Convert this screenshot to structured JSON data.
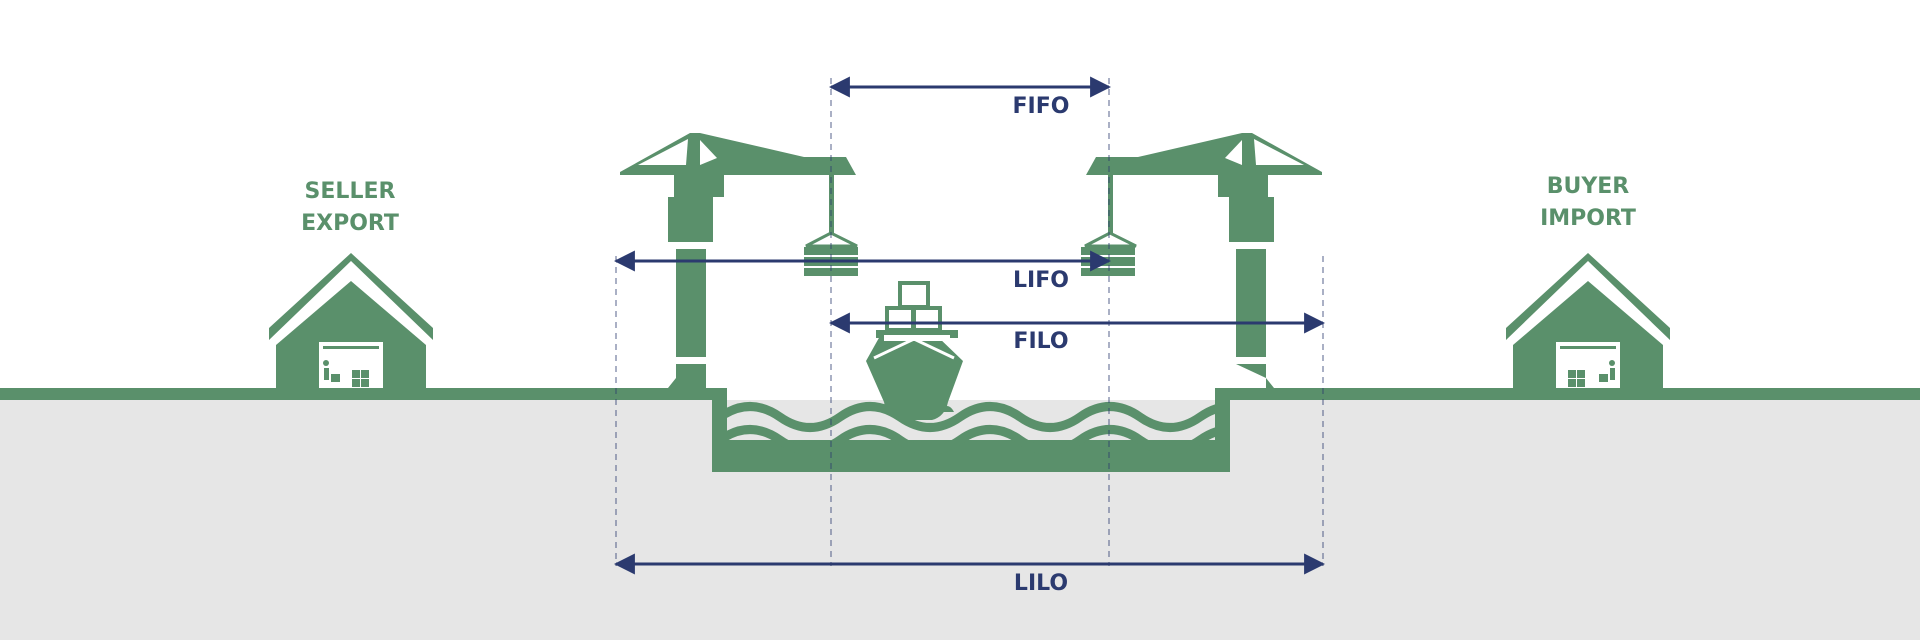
{
  "colors": {
    "green": "#5a906b",
    "navy": "#2b3a6f",
    "ground": "#e6e6e6",
    "background": "#ffffff"
  },
  "labels": {
    "seller_line1": "SELLER",
    "seller_line2": "EXPORT",
    "buyer_line1": "BUYER",
    "buyer_line2": "IMPORT",
    "fifo": "FIFO",
    "lifo": "LIFO",
    "filo": "FILO",
    "lilo": "LILO"
  },
  "icons": {
    "warehouse": "warehouse-icon",
    "crane": "gantry-crane-icon",
    "ship": "container-ship-icon",
    "container": "container-icon",
    "waves": "water-waves-icon"
  }
}
